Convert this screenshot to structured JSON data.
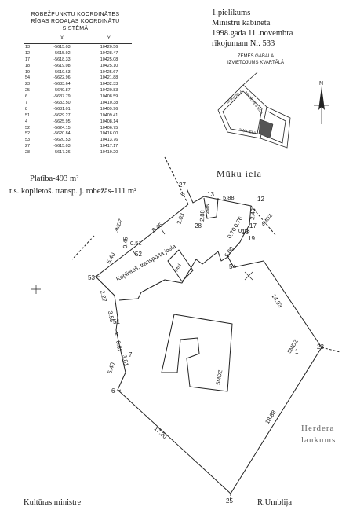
{
  "coord_table": {
    "title_line1": "ROBEŽPUNKTU KOORDINĀTES",
    "title_line2": "RĪGAS RODAĻAS KOORDINĀTU SISTĒMĀ",
    "col_x": "X",
    "col_y": "Y",
    "rows": [
      {
        "pt": "13",
        "x": "-5615.03",
        "y": "10420.56"
      },
      {
        "pt": "12",
        "x": "-5615.92",
        "y": "10428.47"
      },
      {
        "pt": "17",
        "x": "-5618.33",
        "y": "10425.08"
      },
      {
        "pt": "18",
        "x": "-5619.08",
        "y": "10425.10"
      },
      {
        "pt": "19",
        "x": "-5619.63",
        "y": "10425.67"
      },
      {
        "pt": "54",
        "x": "-5622.96",
        "y": "10421.88"
      },
      {
        "pt": "23",
        "x": "-5633.64",
        "y": "10432.33"
      },
      {
        "pt": "25",
        "x": "-5649.87",
        "y": "10420.83"
      },
      {
        "pt": "6",
        "x": "-5637.79",
        "y": "10408.59"
      },
      {
        "pt": "7",
        "x": "-5633.50",
        "y": "10410.38"
      },
      {
        "pt": "8",
        "x": "-5631.01",
        "y": "10409.96"
      },
      {
        "pt": "51",
        "x": "-5629.27",
        "y": "10409.41"
      },
      {
        "pt": "4",
        "x": "-5625.95",
        "y": "10408.14"
      },
      {
        "pt": "52",
        "x": "-5624.15",
        "y": "10406.75"
      },
      {
        "pt": "52",
        "x": "-5620.84",
        "y": "10416.00"
      },
      {
        "pt": "53",
        "x": "-5620.53",
        "y": "10413.76"
      },
      {
        "pt": "27",
        "x": "-5615.03",
        "y": "10417.17"
      },
      {
        "pt": "28",
        "x": "-5617.26",
        "y": "10419.20"
      }
    ]
  },
  "annex": {
    "line1": "1.pielikums",
    "line2": "Ministru kabineta",
    "line3": "1998.gada 11 .novembra",
    "line4": "rīkojumam Nr.   533"
  },
  "location_map": {
    "title_line1": "ZEMES GABALA",
    "title_line2": "IZVIETOJUMS KVARTĀLĀ",
    "street_labels": [
      "MŪKU IELA",
      "MAZĀ PILS IELA",
      "JĀŅA IELA"
    ],
    "north_label": "N"
  },
  "area": {
    "line1": "Platība-493 m²",
    "line2": "t.s. koplietoš. transp. j. robežās-111 m²"
  },
  "street_muku": "Mūku iela",
  "herdera_line1": "Herdera",
  "herdera_line2": "laukums",
  "plan": {
    "points": [
      {
        "id": "27",
        "label": "27"
      },
      {
        "id": "13",
        "label": "13"
      },
      {
        "id": "12",
        "label": "12"
      },
      {
        "id": "28",
        "label": "28"
      },
      {
        "id": "17",
        "label": "17"
      },
      {
        "id": "18",
        "label": "18"
      },
      {
        "id": "19",
        "label": "19"
      },
      {
        "id": "54",
        "label": "54"
      },
      {
        "id": "52",
        "label": "52"
      },
      {
        "id": "53",
        "label": "53"
      },
      {
        "id": "51",
        "label": "51"
      },
      {
        "id": "8",
        "label": "8"
      },
      {
        "id": "7",
        "label": "7"
      },
      {
        "id": "6",
        "label": "6"
      },
      {
        "id": "23",
        "label": "23"
      },
      {
        "id": "25",
        "label": "25"
      },
      {
        "id": "1",
        "label": "1"
      }
    ],
    "dims": [
      {
        "id": "d-6-27",
        "label": "6"
      },
      {
        "id": "d-8-45",
        "label": "8.45"
      },
      {
        "id": "d-3-03",
        "label": "3.03"
      },
      {
        "id": "d-2-88",
        "label": "2.88"
      },
      {
        "id": "d-5-88",
        "label": "5.88"
      },
      {
        "id": "d-2-48",
        "label": "2.48"
      },
      {
        "id": "d-0-76",
        "label": "0.76"
      },
      {
        "id": "d-0-18",
        "label": "0.18"
      },
      {
        "id": "d-0-70",
        "label": "0.70"
      },
      {
        "id": "d-5-00",
        "label": "5.00"
      },
      {
        "id": "d-14-93",
        "label": "14.93"
      },
      {
        "id": "d-18-88",
        "label": "18.88"
      },
      {
        "id": "d-17-20",
        "label": "17.20"
      },
      {
        "id": "d-5-40b",
        "label": "5.40"
      },
      {
        "id": "d-3-81",
        "label": "3.81"
      },
      {
        "id": "d-0-82",
        "label": "0.82"
      },
      {
        "id": "d-3-55",
        "label": "3.55"
      },
      {
        "id": "d-2-27",
        "label": "2.27"
      },
      {
        "id": "d-5-40",
        "label": "5.40"
      },
      {
        "id": "d-0-45",
        "label": "0.45"
      },
      {
        "id": "d-0-51",
        "label": "0.51"
      }
    ],
    "labels": {
      "koplietos": "Koplietoš. transporta josla",
      "building_a": "5MDZ",
      "building_b": "5MDZ",
      "building_3mdz": "3MDZ",
      "mn": "MN",
      "mn_top": "2MN",
      "right_bldg": "4MDZ"
    }
  },
  "signatures": {
    "left": "Kultūras ministre",
    "right": "R.Umblija"
  }
}
